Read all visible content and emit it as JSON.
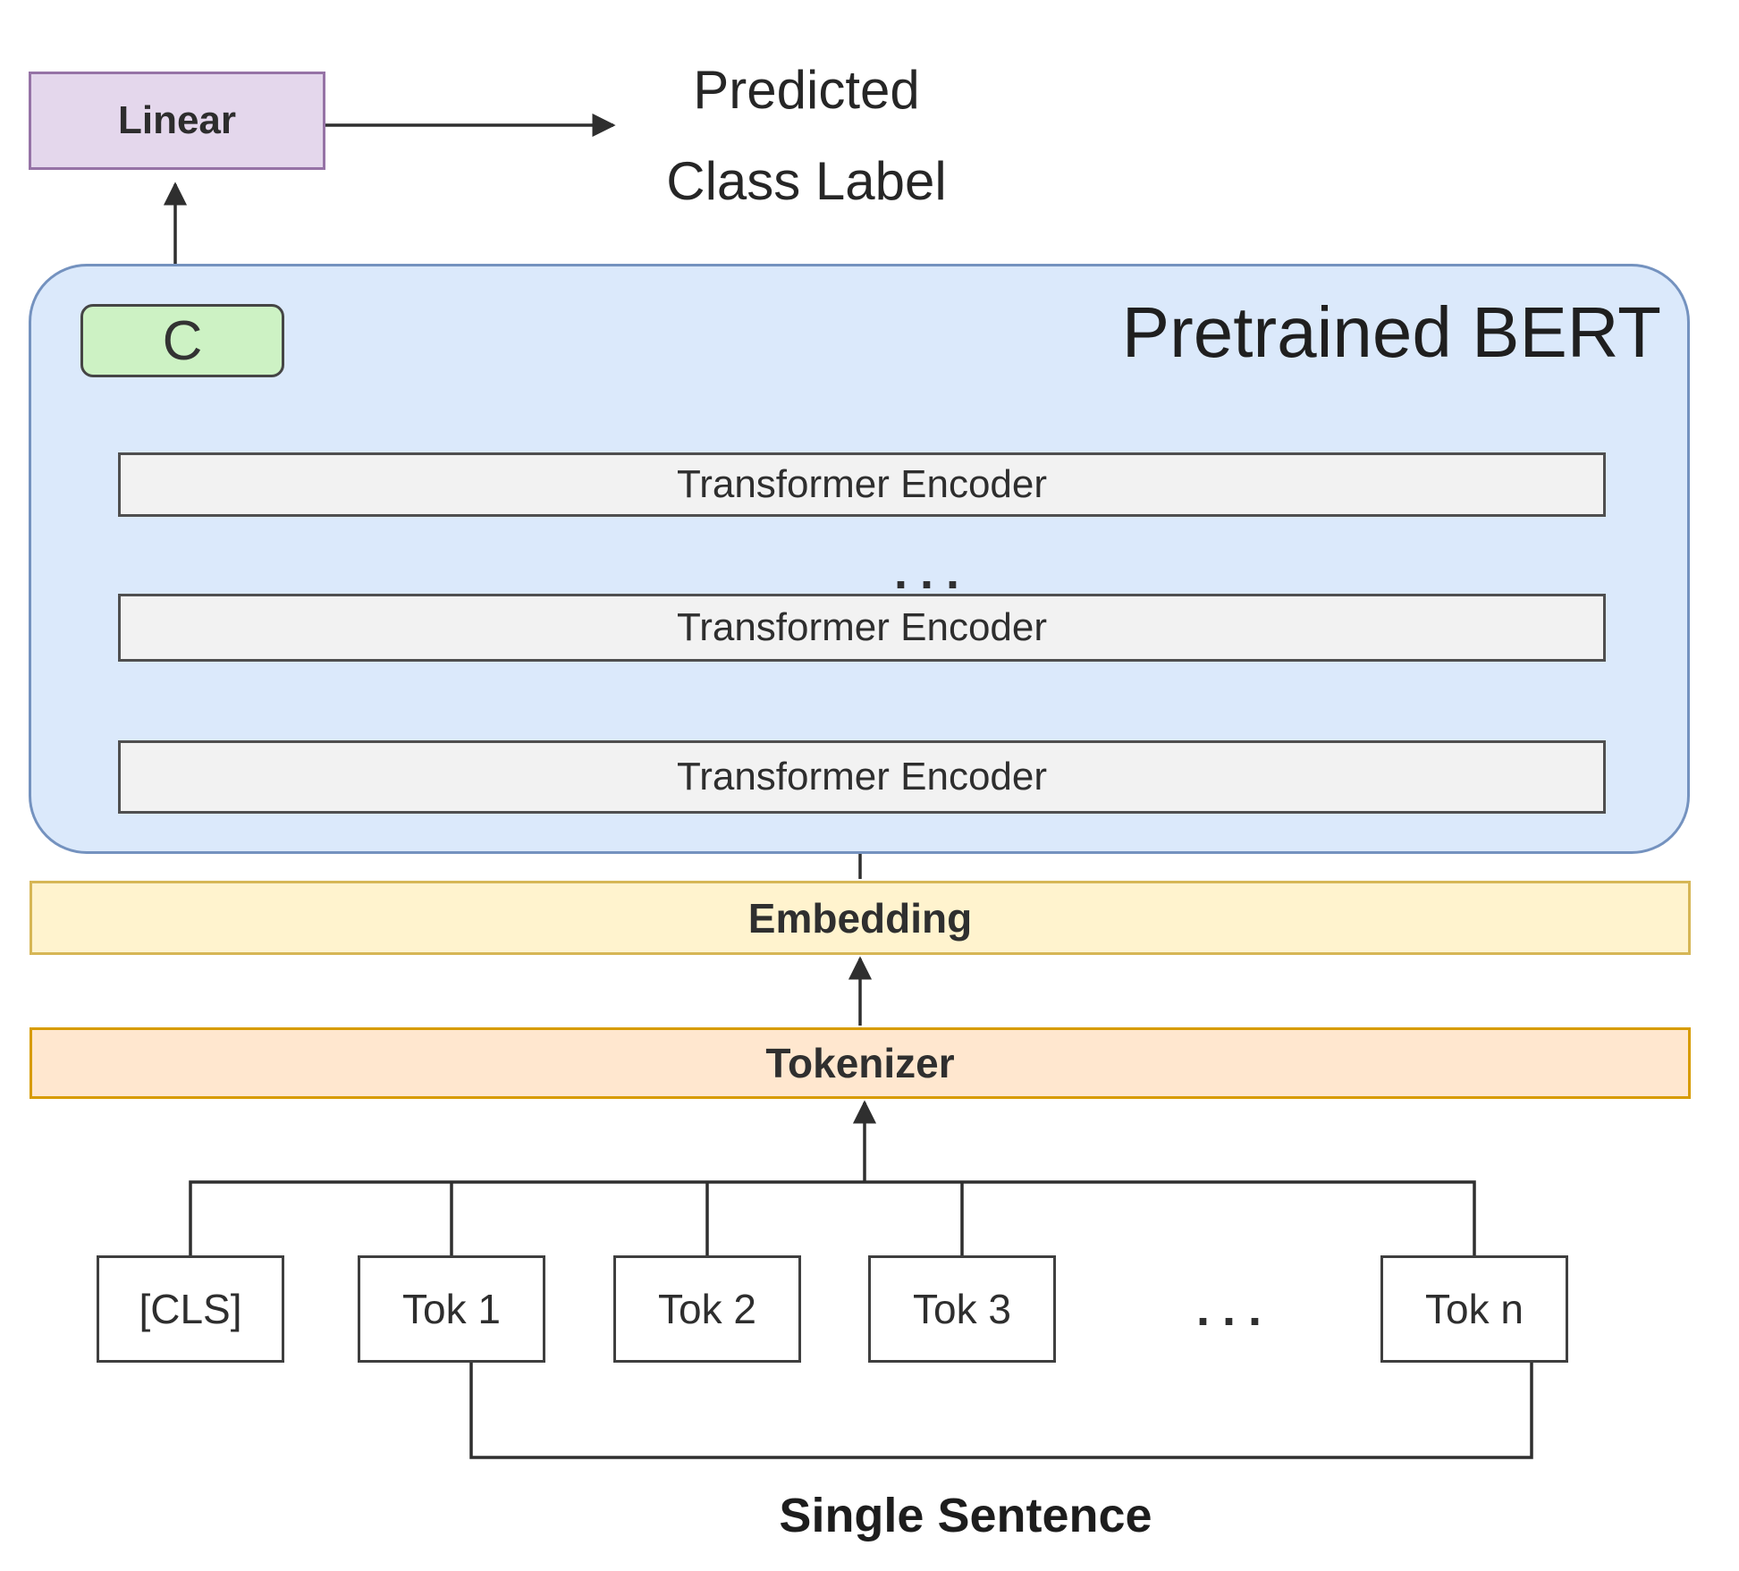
{
  "diagram": {
    "output": {
      "linear_label": "Linear",
      "predicted_line1": "Predicted",
      "predicted_line2": "Class Label"
    },
    "bert": {
      "title": "Pretrained BERT",
      "pooled_token_label": "C",
      "encoders": [
        "Transformer Encoder",
        "Transformer Encoder",
        "Transformer Encoder"
      ],
      "encoder_ellipsis": "..."
    },
    "layers": {
      "embedding_label": "Embedding",
      "tokenizer_label": "Tokenizer"
    },
    "input": {
      "tokens": [
        "[CLS]",
        "Tok 1",
        "Tok 2",
        "Tok 3",
        "Tok n"
      ],
      "token_ellipsis": "...",
      "caption": "Single Sentence"
    },
    "colors": {
      "linear_fill": "#e4d7ec",
      "linear_border": "#9673a6",
      "bert_fill": "#dbe9fb",
      "bert_border": "#7492bf",
      "c_fill": "#cdf2c4",
      "c_border": "#454545",
      "encoder_fill": "#f2f2f2",
      "encoder_border": "#4f4f4f",
      "embedding_fill": "#fff3ce",
      "embedding_border": "#d6b656",
      "tokenizer_fill": "#ffe7cf",
      "tokenizer_border": "#d79b00",
      "token_fill": "#ffffff",
      "token_border": "#3f3f3f",
      "wire": "#2f2f2f"
    }
  }
}
